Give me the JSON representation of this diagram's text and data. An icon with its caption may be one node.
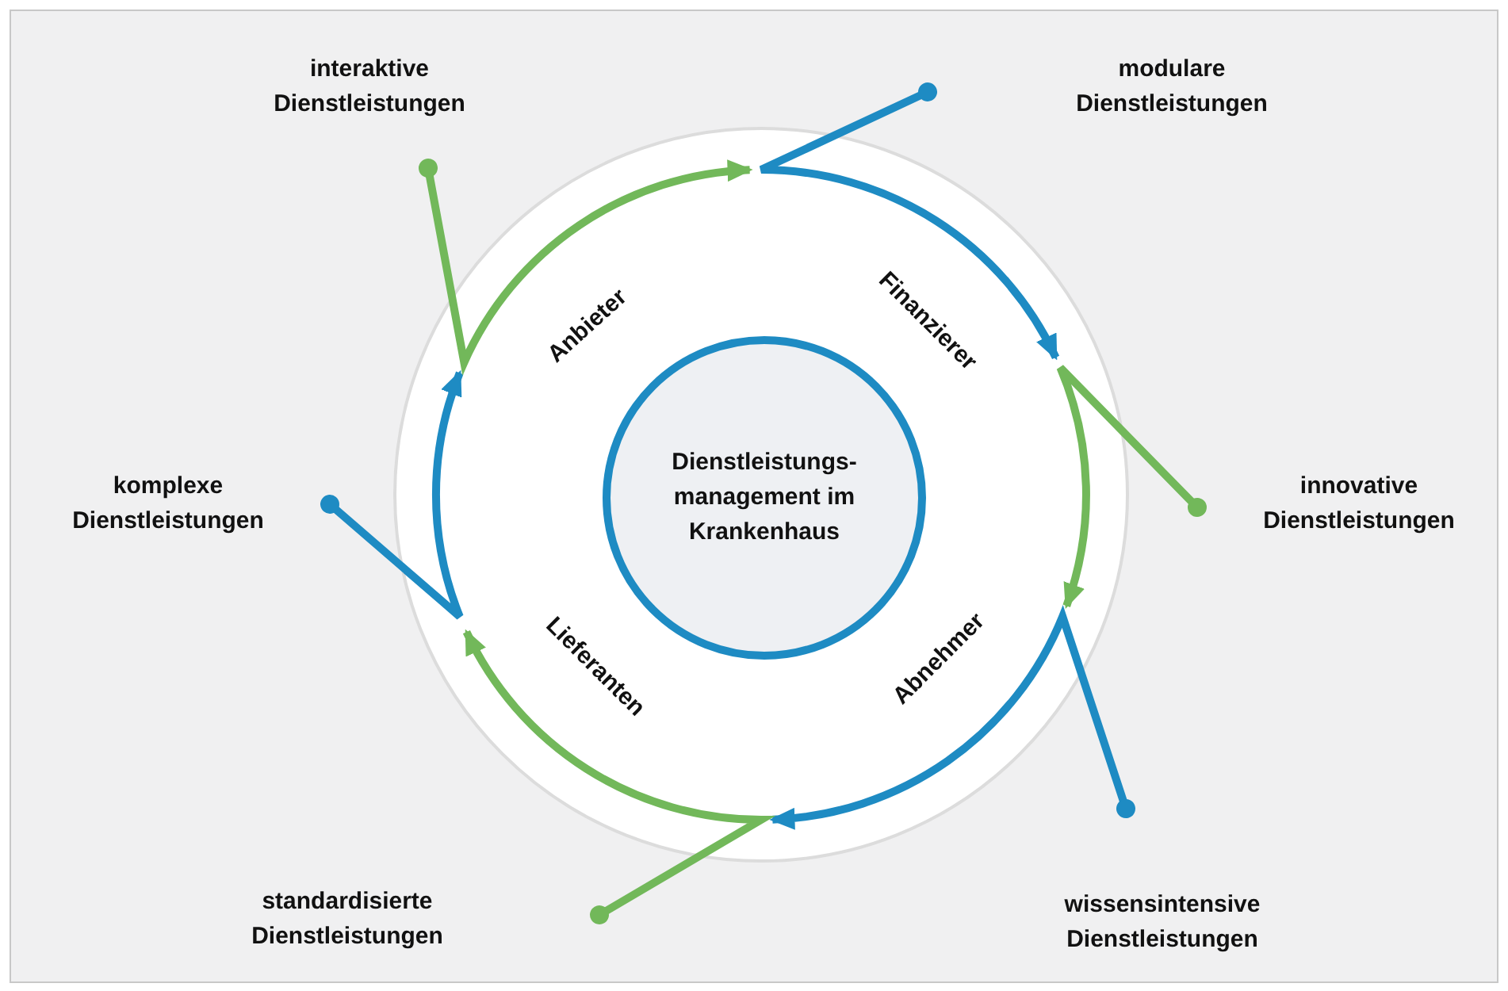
{
  "diagram": {
    "nodes": [
      {
        "text": [],
        "shape": "circle"
      },
      {
        "text": [
          "Dienstleistungs- management im Krankenhaus"
        ],
        "in": 0
      },
      {
        "text": [
          "interaktive Dienstleistungen"
        ]
      },
      {
        "text": [
          "modulare Dienstleistungen"
        ]
      },
      {
        "text": [
          "komplexe Dienstleistungen"
        ]
      },
      {
        "text": [
          "innovative Dienstleistungen"
        ]
      },
      {
        "text": [
          "standardisierte Dienstleistungen"
        ]
      },
      {
        "text": [
          "wissensintensive Dienstleistungen"
        ]
      }
    ],
    "edges": [
      {
        "from": 3,
        "to": 0,
        "arrow": "to",
        "color": "#1e8bc3"
      },
      {
        "from": 5,
        "to": 0,
        "arrow": "to",
        "color": "#72b85a"
      },
      {
        "from": 7,
        "to": 0,
        "arrow": "to",
        "color": "#1e8bc3"
      },
      {
        "from": 6,
        "to": 0,
        "arrow": "to",
        "color": "#72b85a"
      },
      {
        "from": 4,
        "to": 0,
        "arrow": "to",
        "color": "#1e8bc3"
      },
      {
        "from": 2,
        "to": 0,
        "arrow": "to",
        "color": "#72b85a"
      }
    ],
    "labels": [
      "Anbieter",
      "Finanzierer",
      "Abnehmer",
      "Lieferanten"
    ]
  }
}
